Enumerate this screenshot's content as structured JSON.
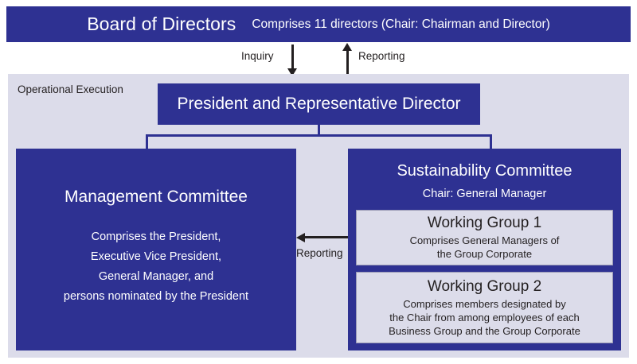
{
  "header": {
    "title": "Board of Directors",
    "subtitle": "Comprises 11 directors (Chair: Chairman and Director)",
    "background_color": "#2E3192"
  },
  "flow_arrows": {
    "inquiry_label": "Inquiry",
    "reporting_label": "Reporting"
  },
  "panel": {
    "label": "Operational Execution",
    "background_color": "#DCDCEA"
  },
  "president": {
    "title": "President and Representative Director"
  },
  "management_committee": {
    "title": "Management Committee",
    "lines": [
      "Comprises the President,",
      "Executive Vice President,",
      "General Manager, and",
      "persons nominated by the President"
    ]
  },
  "reporting_arrow": {
    "label": "Reporting"
  },
  "sustainability_committee": {
    "title": "Sustainability Committee",
    "chair": "Chair: General Manager",
    "working_groups": [
      {
        "title": "Working Group 1",
        "lines": [
          "Comprises General Managers of",
          "the Group Corporate"
        ]
      },
      {
        "title": "Working Group 2",
        "lines": [
          "Comprises members designated by",
          "the Chair from among employees of each",
          "Business Group and the Group Corporate"
        ]
      }
    ]
  }
}
